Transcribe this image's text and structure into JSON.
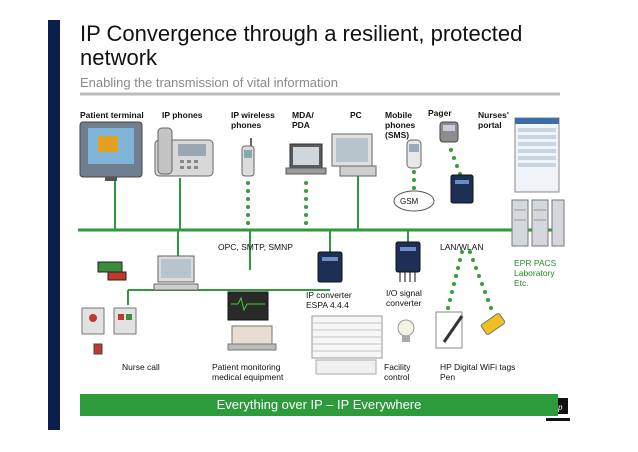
{
  "header": {
    "title": "IP Convergence through a resilient, protected network",
    "subtitle": "Enabling the transmission of vital information"
  },
  "devices": {
    "patient_terminal": "Patient terminal",
    "ip_phones": "IP phones",
    "ip_wireless_phones": "IP wireless phones",
    "mda_pda": "MDA/ PDA",
    "pc": "PC",
    "mobile_phones": "Mobile phones (SMS)",
    "pager": "Pager",
    "nurses_portal": "Nurses' portal"
  },
  "network": {
    "gsm": "GSM",
    "opc": "OPC, SMTP, SMNP",
    "lan_wlan": "LAN/WLAN",
    "ip_converter": "IP converter ESPA 4.4.4",
    "io_converter": "I/O signal converter",
    "epr": "EPR PACS Laboratory Etc."
  },
  "bottom": {
    "nurse_call": "Nurse call",
    "patient_monitoring": "Patient monitoring medical equipment",
    "facility_control": "Facility control",
    "hp_digital_pen": "HP Digital Pen",
    "wifi_tags": "WiFi tags"
  },
  "footer": {
    "text": "Everything over IP – IP Everywhere"
  },
  "colors": {
    "accent_bar": "#0b1f4d",
    "network_green": "#2d9a3b",
    "dot_green": "#3a9b3a"
  },
  "icons": [
    "hp-logo-icon"
  ]
}
